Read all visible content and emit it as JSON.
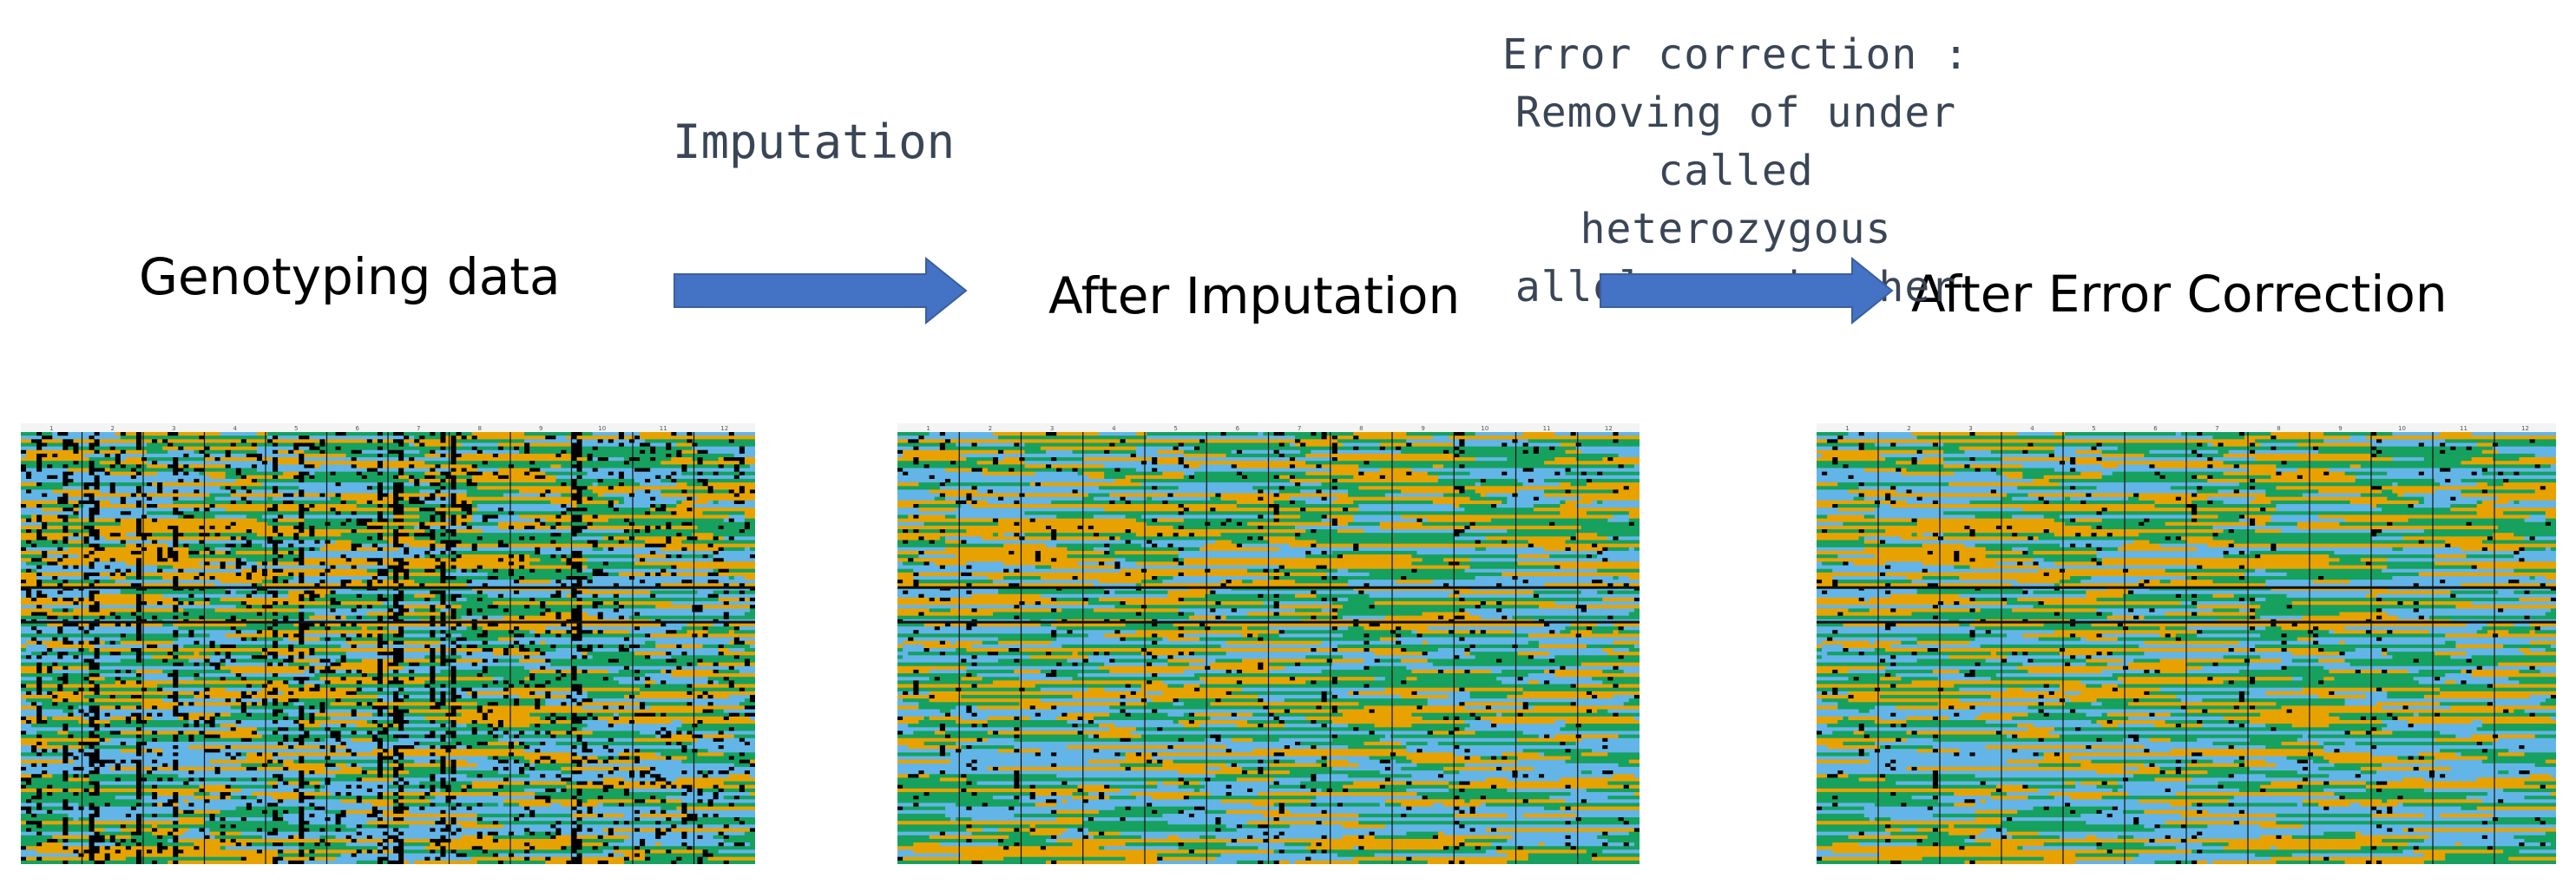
{
  "stages": [
    {
      "label": "Genotyping data",
      "missing_fraction": 0.17
    },
    {
      "label": "After Imputation",
      "missing_fraction": 0.05
    },
    {
      "label": "After Error Correction",
      "missing_fraction": 0.035
    }
  ],
  "steps": [
    {
      "label": "Imputation"
    },
    {
      "lines": [
        "Error correction :",
        "Removing of under",
        "called heterozygous",
        "alleles and other"
      ]
    }
  ],
  "heatmap": {
    "column_labels": [
      "1",
      "2",
      "3",
      "4",
      "5",
      "6",
      "7",
      "8",
      "9",
      "10",
      "11",
      "12"
    ],
    "separator_rows": [
      0.36,
      0.44
    ],
    "colors": {
      "parent_a": "#e8a200",
      "parent_b": "#16a15f",
      "heterozygous": "#63b5e8",
      "missing": "#000000",
      "arrow": "#4472c4"
    }
  }
}
